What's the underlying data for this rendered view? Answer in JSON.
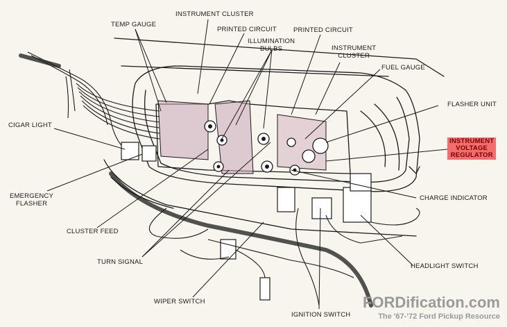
{
  "labels": {
    "instrument_cluster_top": "INSTRUMENT CLUSTER",
    "temp_gauge": "TEMP GAUGE",
    "printed_circuit_left": "PRINTED CIRCUIT",
    "printed_circuit_right": "PRINTED CIRCUIT",
    "illumination_bulbs": [
      "ILLUMINATION",
      "BULBS"
    ],
    "instrument_cluster_right": [
      "INSTRUMENT",
      "CLUSTER"
    ],
    "fuel_gauge": "FUEL GAUGE",
    "flasher_unit": "FLASHER UNIT",
    "cigar_light": "CIGAR LIGHT",
    "instrument_voltage_regulator": [
      "INSTRUMENT",
      "VOLTAGE",
      "REGULATOR"
    ],
    "emergency_flasher": [
      "EMERGENCY",
      "FLASHER"
    ],
    "charge_indicator": "CHARGE INDICATOR",
    "cluster_feed": "CLUSTER FEED",
    "turn_signal": "TURN SIGNAL",
    "headlight_switch": "HEADLIGHT SWITCH",
    "wiper_switch": "WIPER SWITCH",
    "ignition_switch": "IGNITION SWITCH"
  },
  "watermark": {
    "title": "FORDification.com",
    "subtitle": "The '67-'72 Ford Pickup Resource"
  },
  "colors": {
    "highlight": "#f26d6d",
    "highlight_text": "#7a0000",
    "circuit_board": "#c9a6b8",
    "line": "#1a1a1a"
  }
}
